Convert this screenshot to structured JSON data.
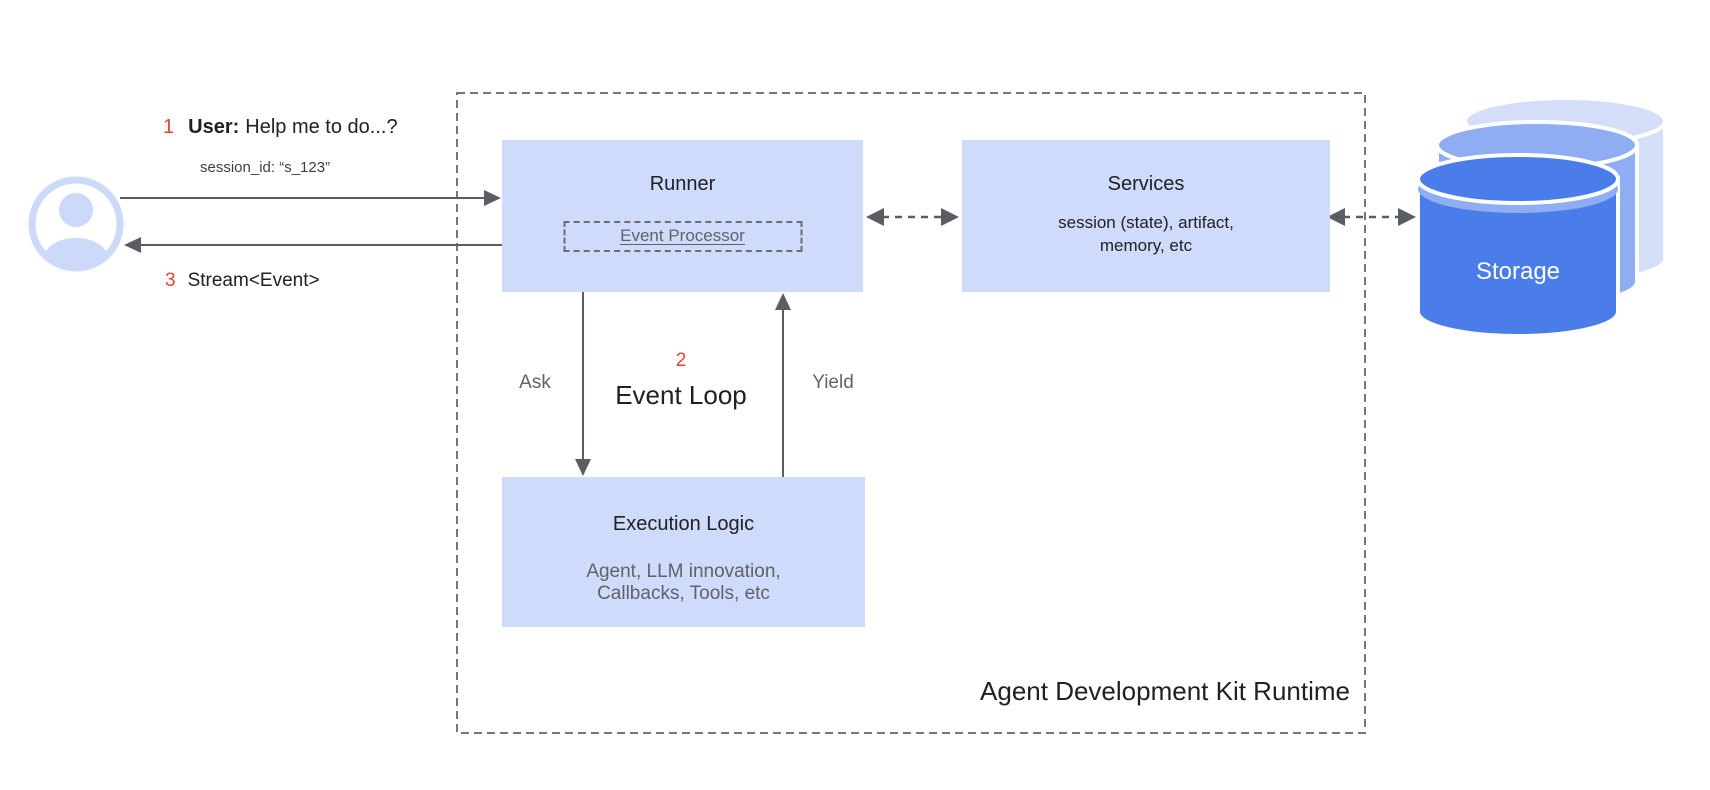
{
  "diagram_title": "Agent Development Kit Runtime",
  "colors": {
    "box_fill": "#cfdbfa",
    "accent_red": "#e94235",
    "text_dark": "#202124",
    "text_gray": "#5f6368",
    "arrow_gray": "#5a5e62",
    "dashed_border": "#75787b",
    "cylinder_front": "#4a7de9",
    "cylinder_mid": "#8fadf2",
    "cylinder_back": "#d4def8",
    "avatar_blue": "#ccd9f8"
  },
  "user_flow": {
    "step1_num": "1",
    "step1_label": "User:",
    "step1_text": "Help me to do...?",
    "session_line": "session_id: “s_123”",
    "step3_num": "3",
    "step3_text": "Stream<Event>"
  },
  "runtime": {
    "label": "Agent Development Kit Runtime",
    "runner": {
      "title": "Runner",
      "processor": "Event Processor"
    },
    "services": {
      "title": "Services",
      "line1": "session (state), artifact,",
      "line2": "memory, etc"
    },
    "execution": {
      "title": "Execution Logic",
      "line1": "Agent, LLM innovation,",
      "line2": "Callbacks, Tools, etc"
    },
    "event_loop": {
      "num": "2",
      "title": "Event Loop",
      "ask_label": "Ask",
      "yield_label": "Yield"
    }
  },
  "storage": {
    "label": "Storage"
  }
}
